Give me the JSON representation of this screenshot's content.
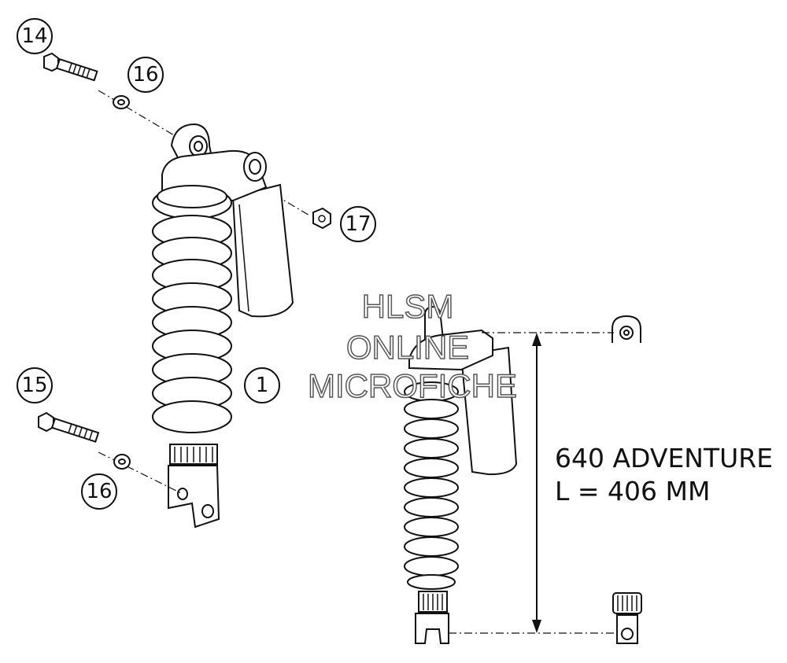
{
  "callouts": {
    "c14": "14",
    "c16_top": "16",
    "c17": "17",
    "c1": "1",
    "c15": "15",
    "c16_bottom": "16"
  },
  "spec": {
    "model": "640 ADVENTURE",
    "length": "L = 406 MM"
  },
  "watermark": {
    "line1": "HLSM",
    "line2": "ONLINE",
    "line3": "MICROFICHE"
  },
  "colors": {
    "ink": "#111111",
    "background": "#ffffff",
    "watermark_outline": "#555555"
  }
}
